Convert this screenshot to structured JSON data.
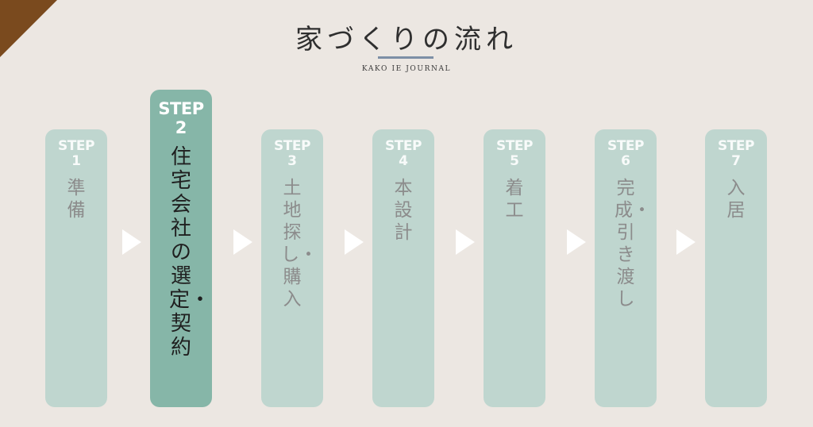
{
  "header": {
    "title": "家づくりの流れ",
    "subtitle": "KAKO IE JOURNAL"
  },
  "colors": {
    "background": "#ece7e2",
    "step_inactive": "#bfd6cf",
    "step_active": "#86b6a8",
    "corner": "#7a4a1e",
    "rule": "#7d8fa6"
  },
  "steps": [
    {
      "label": "STEP",
      "number": "1",
      "name": "準備"
    },
    {
      "label": "STEP",
      "number": "2",
      "name": "住宅会社の選定・契約"
    },
    {
      "label": "STEP",
      "number": "3",
      "name": "土地探し・購入"
    },
    {
      "label": "STEP",
      "number": "4",
      "name": "本設計"
    },
    {
      "label": "STEP",
      "number": "5",
      "name": "着工"
    },
    {
      "label": "STEP",
      "number": "6",
      "name": "完成・引き渡し"
    },
    {
      "label": "STEP",
      "number": "7",
      "name": "入居"
    }
  ]
}
